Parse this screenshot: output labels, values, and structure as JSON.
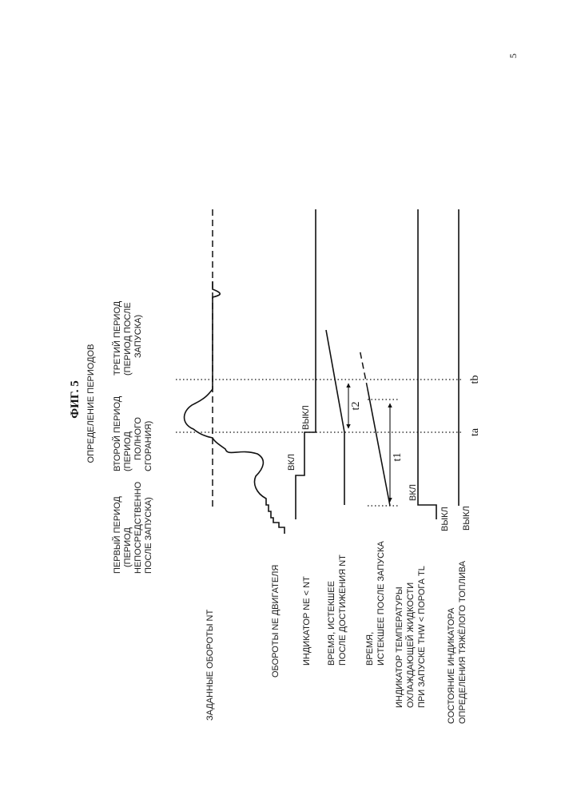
{
  "page_number": "5",
  "figure_title": "ФИГ. 5",
  "subtitle": "ОПРЕДЕЛЕНИЕ ПЕРИОДОВ",
  "periods": {
    "first": [
      "ПЕРВЫЙ ПЕРИОД",
      "(ПЕРИОД",
      "НЕПОСРЕДСТВЕННО",
      "ПОСЛЕ ЗАПУСКА)"
    ],
    "second": [
      "ВТОРОЙ ПЕРИОД",
      "(ПЕРИОД",
      "ПОЛНОГО",
      "СГОРАНИЯ)"
    ],
    "third": [
      "ТРЕТИЙ ПЕРИОД",
      "(ПЕРИОД ПОСЛЕ",
      "ЗАПУСКА)"
    ]
  },
  "signals": {
    "target_speed": "ЗАДАННЫЕ ОБОРОТЫ  NT",
    "engine_speed": "ОБОРОТЫ  NE  ДВИГАТЕЛЯ",
    "ne_flag": "ИНДИКАТОР NE < NT",
    "time_nt": [
      "ВРЕМЯ, ИСТЕКШЕЕ",
      "ПОСЛЕ ДОСТИЖЕНИЯ NT"
    ],
    "time_start": [
      "ВРЕМЯ,",
      "ИСТЕКШЕЕ ПОСЛЕ ЗАПУСКА"
    ],
    "thw_flag": [
      "ИНДИКАТОР ТЕМПЕРАТУРЫ",
      "ОХЛАЖДАЮЩЕЙ ЖИДКОСТИ",
      "ПРИ ЗАПУСКЕ THW < ПОРОГА TL"
    ],
    "heavy_fuel_flag": [
      "СОСТОЯНИЕ ИНДИКАТОРА",
      "ОПРЕДЕЛЕНИЯ ТЯЖЁЛОГО ТОПЛИВА"
    ]
  },
  "state_labels": {
    "on": "ВКЛ",
    "off": "ВЫКЛ"
  },
  "time_markers": {
    "ta": "ta",
    "tb": "tb",
    "t1": "t1",
    "t2": "t2"
  }
}
